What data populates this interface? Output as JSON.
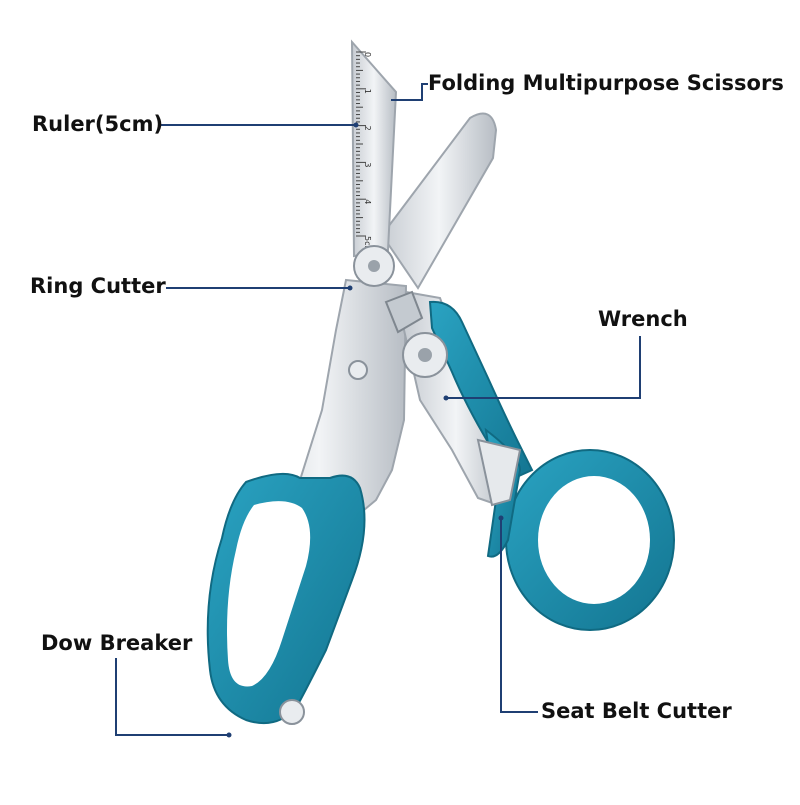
{
  "labels": {
    "folding_scissors": "Folding Multipurpose Scissors",
    "ruler": "Ruler(5cm)",
    "ring_cutter": "Ring Cutter",
    "wrench": "Wrench",
    "dow_breaker": "Dow Breaker",
    "seat_belt_cutter": "Seat Belt Cutter"
  },
  "ruler_marks": [
    "0",
    "1",
    "2",
    "3",
    "4",
    "5cm"
  ],
  "colors": {
    "handle": "#1A8FAE",
    "handle_dark": "#13728C",
    "steel": "#D9DDE2",
    "steel_edge": "#9EA5AD",
    "leader_line": "#1F3F73"
  }
}
